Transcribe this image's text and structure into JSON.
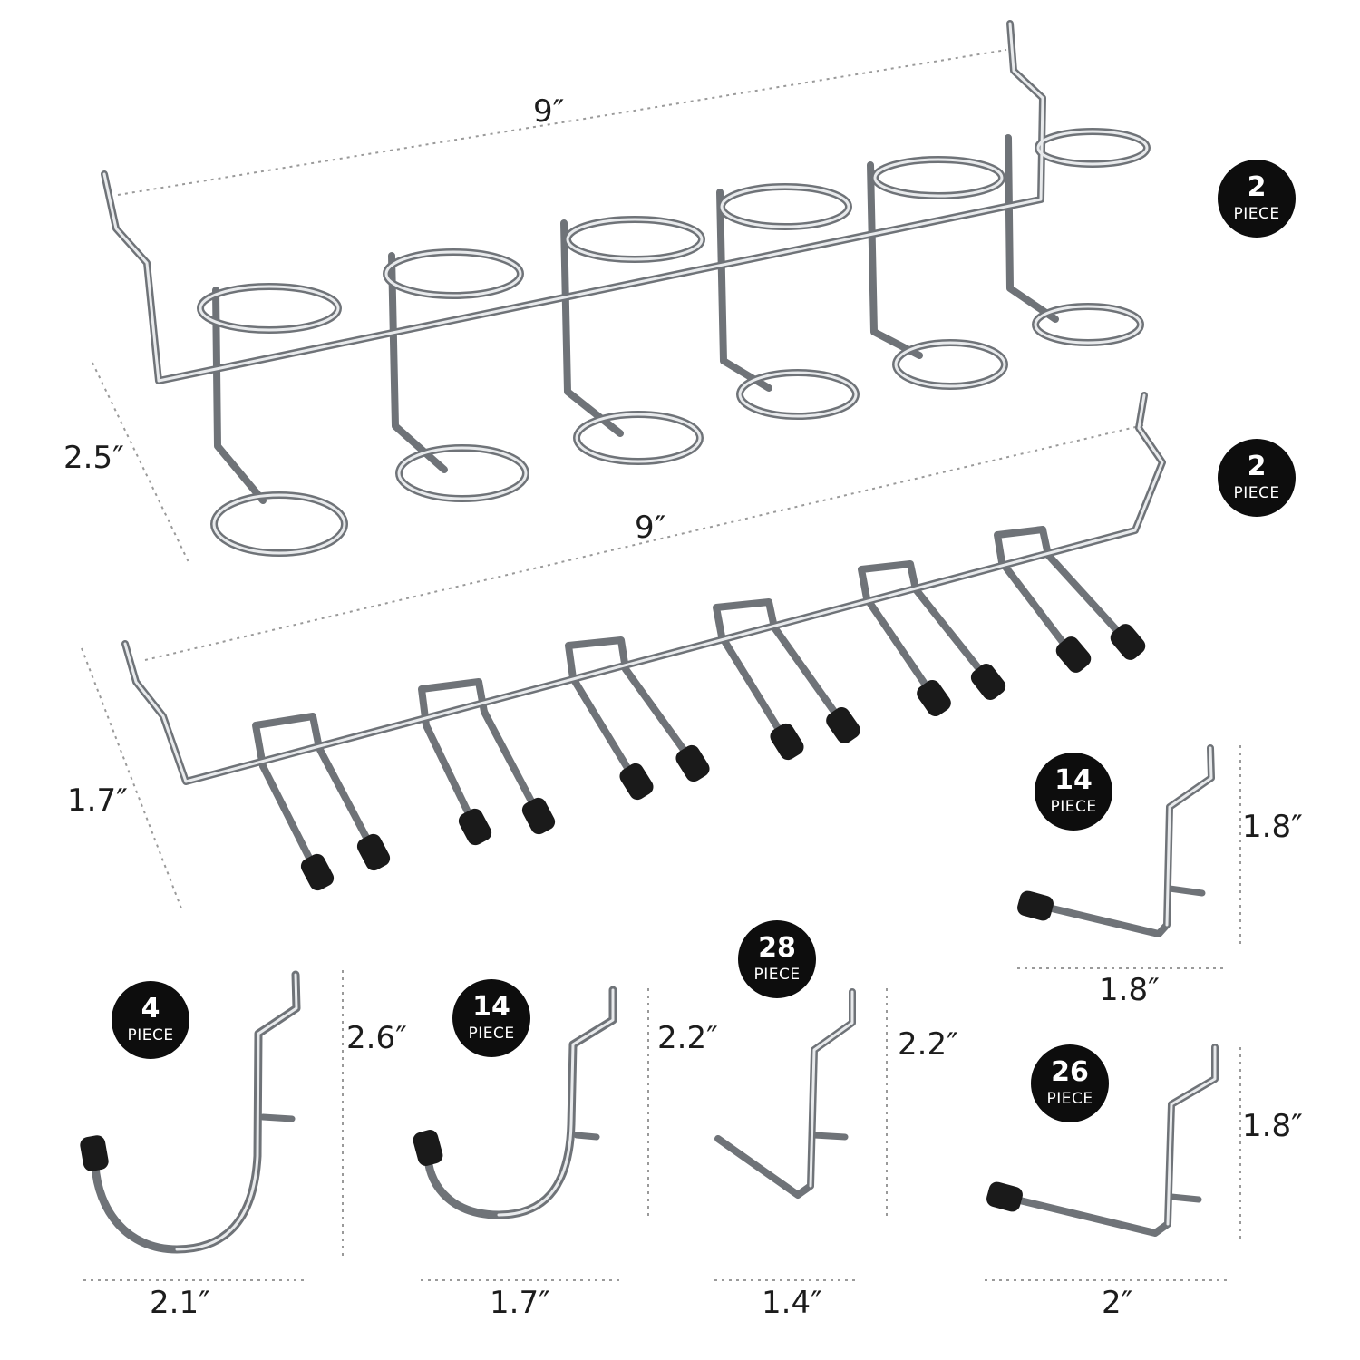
{
  "items": [
    {
      "id": "screwdriver-rack",
      "piece_count": "2",
      "piece_label": "PIECE",
      "length": "9″",
      "depth": "2.5″"
    },
    {
      "id": "tool-hook-rack",
      "piece_count": "2",
      "piece_label": "PIECE",
      "length": "9″",
      "depth": "1.7″"
    },
    {
      "id": "l-hook",
      "piece_count": "14",
      "piece_label": "PIECE",
      "height": "1.8″",
      "width": "1.8″"
    },
    {
      "id": "large-j-hook",
      "piece_count": "4",
      "piece_label": "PIECE",
      "height": "2.6″",
      "width": "2.1″"
    },
    {
      "id": "small-j-hook",
      "piece_count": "14",
      "piece_label": "PIECE",
      "height": "2.2″",
      "width": "1.7″"
    },
    {
      "id": "angled-hook",
      "piece_count": "28",
      "piece_label": "PIECE",
      "height": "2.2″",
      "width": "1.4″"
    },
    {
      "id": "straight-hook",
      "piece_count": "26",
      "piece_label": "PIECE",
      "height": "1.8″",
      "width": "2″"
    }
  ],
  "colors": {
    "metal_dark": "#6f7378",
    "metal_light": "#e8eaec",
    "rubber_tip": "#1a1a1a",
    "badge": "#0d0d0d",
    "guide_line": "#9a9a9a"
  }
}
